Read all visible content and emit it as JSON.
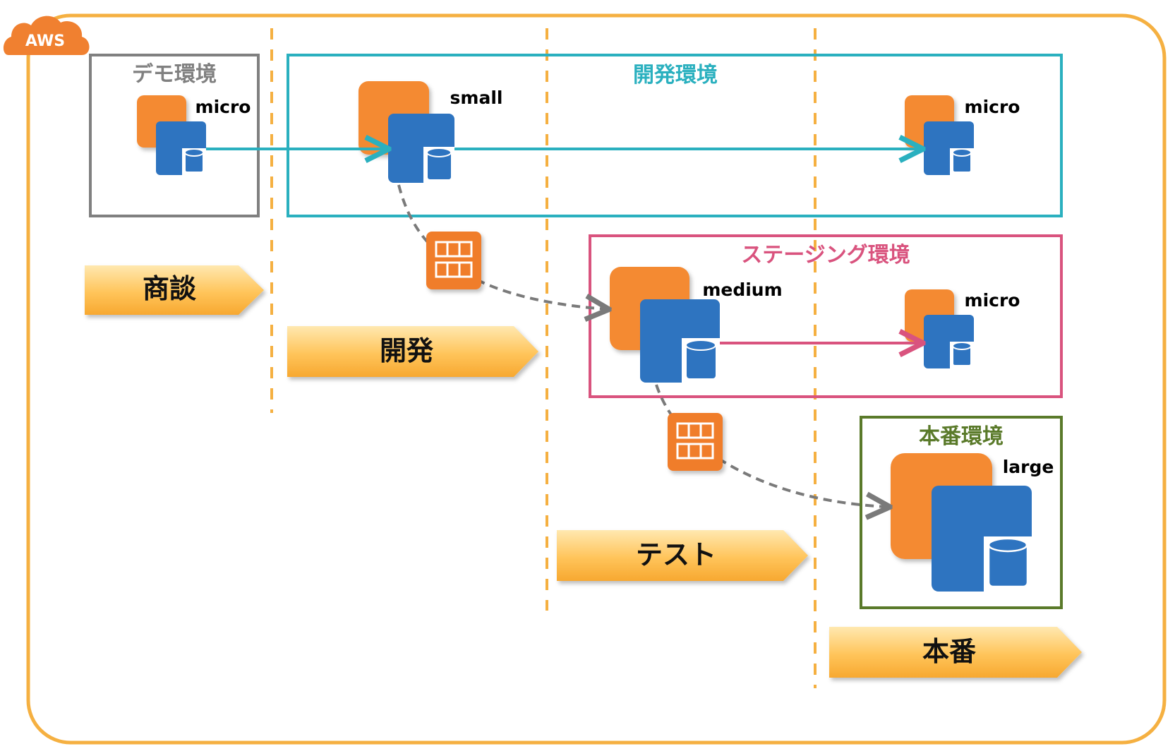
{
  "cloud": {
    "label": "AWS"
  },
  "environments": {
    "demo": {
      "title": "デモ環境",
      "instance": "micro"
    },
    "dev": {
      "title": "開発環境",
      "instance_main": "small",
      "instance_right": "micro"
    },
    "staging": {
      "title": "ステージング環境",
      "instance_main": "medium",
      "instance_right": "micro"
    },
    "prod": {
      "title": "本番環境",
      "instance": "large"
    }
  },
  "phases": [
    "商談",
    "開発",
    "テスト",
    "本番"
  ],
  "colors": {
    "cloud_border": "#f5a623",
    "cloud_badge": "#f0802a",
    "demo": "#808080",
    "dev": "#2ab0bf",
    "staging": "#d9537e",
    "prod": "#5a7a2a",
    "instance_orange": "#f48a32",
    "instance_blue": "#2e74c0",
    "phase_fill": "#ffc04d"
  },
  "icons": [
    "server-icon",
    "database-icon",
    "snapshot-icon",
    "phase-arrow"
  ]
}
